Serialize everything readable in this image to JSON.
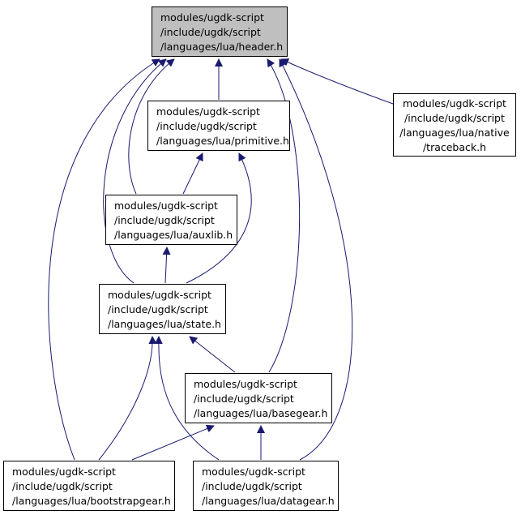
{
  "diagram": {
    "colors": {
      "edge": "#191970",
      "node_border": "#000000",
      "focus_fill": "#bfbfbf",
      "node_fill": "#ffffff"
    },
    "nodes": [
      {
        "id": "header",
        "name": "node-header",
        "lines": [
          "modules/ugdk-script",
          "/include/ugdk/script",
          "/languages/lua/header.h"
        ]
      },
      {
        "id": "primitive",
        "name": "node-primitive",
        "lines": [
          "modules/ugdk-script",
          "/include/ugdk/script",
          "/languages/lua/primitive.h"
        ]
      },
      {
        "id": "traceback",
        "name": "node-traceback",
        "lines": [
          "modules/ugdk-script",
          "/include/ugdk/script",
          "/languages/lua/native",
          "/traceback.h"
        ]
      },
      {
        "id": "auxlib",
        "name": "node-auxlib",
        "lines": [
          "modules/ugdk-script",
          "/include/ugdk/script",
          "/languages/lua/auxlib.h"
        ]
      },
      {
        "id": "state",
        "name": "node-state",
        "lines": [
          "modules/ugdk-script",
          "/include/ugdk/script",
          "/languages/lua/state.h"
        ]
      },
      {
        "id": "basegear",
        "name": "node-basegear",
        "lines": [
          "modules/ugdk-script",
          "/include/ugdk/script",
          "/languages/lua/basegear.h"
        ]
      },
      {
        "id": "bootstrapgear",
        "name": "node-bootstrapgear",
        "lines": [
          "modules/ugdk-script",
          "/include/ugdk/script",
          "/languages/lua/bootstrapgear.h"
        ]
      },
      {
        "id": "datagear",
        "name": "node-datagear",
        "lines": [
          "modules/ugdk-script",
          "/include/ugdk/script",
          "/languages/lua/datagear.h"
        ]
      }
    ],
    "edges": [
      {
        "from": "primitive",
        "to": "header"
      },
      {
        "from": "traceback",
        "to": "header"
      },
      {
        "from": "auxlib",
        "to": "header"
      },
      {
        "from": "auxlib",
        "to": "primitive"
      },
      {
        "from": "state",
        "to": "header"
      },
      {
        "from": "state",
        "to": "primitive"
      },
      {
        "from": "state",
        "to": "auxlib"
      },
      {
        "from": "basegear",
        "to": "header"
      },
      {
        "from": "basegear",
        "to": "state"
      },
      {
        "from": "bootstrapgear",
        "to": "header"
      },
      {
        "from": "bootstrapgear",
        "to": "state"
      },
      {
        "from": "bootstrapgear",
        "to": "basegear"
      },
      {
        "from": "datagear",
        "to": "header"
      },
      {
        "from": "datagear",
        "to": "state"
      },
      {
        "from": "datagear",
        "to": "basegear"
      }
    ]
  }
}
